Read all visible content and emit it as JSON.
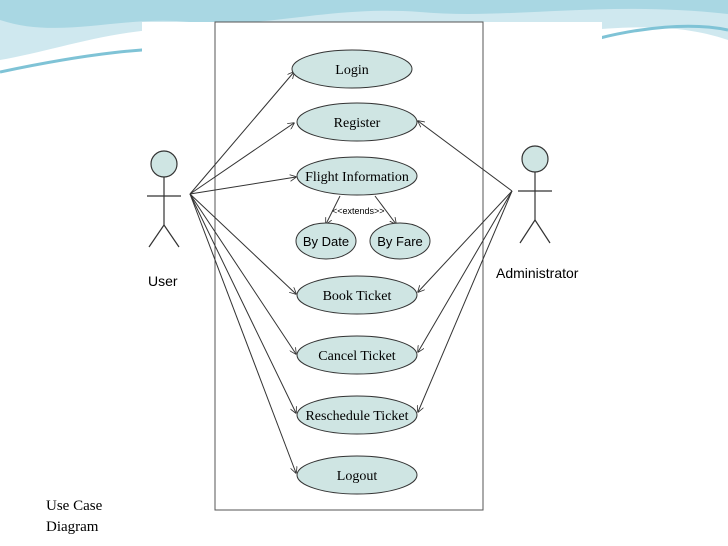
{
  "caption": {
    "line1": "Use Case",
    "line2": "Diagram"
  },
  "colors": {
    "usecase_fill": "#cfe5e3",
    "stroke": "#333333",
    "wave_dark": "#7fc3d6",
    "wave_light": "#cfe8ef"
  },
  "diagram": {
    "actors": {
      "user": "User",
      "admin": "Administrator"
    },
    "usecases": {
      "login": "Login",
      "register": "Register",
      "flight_information": "Flight Information",
      "by_date": "By Date",
      "by_fare": "By Fare",
      "book_ticket": "Book Ticket",
      "cancel_ticket": "Cancel Ticket",
      "reschedule_ticket": "Reschedule Ticket",
      "logout": "Logout"
    },
    "stereotype": "<<extends>>"
  }
}
